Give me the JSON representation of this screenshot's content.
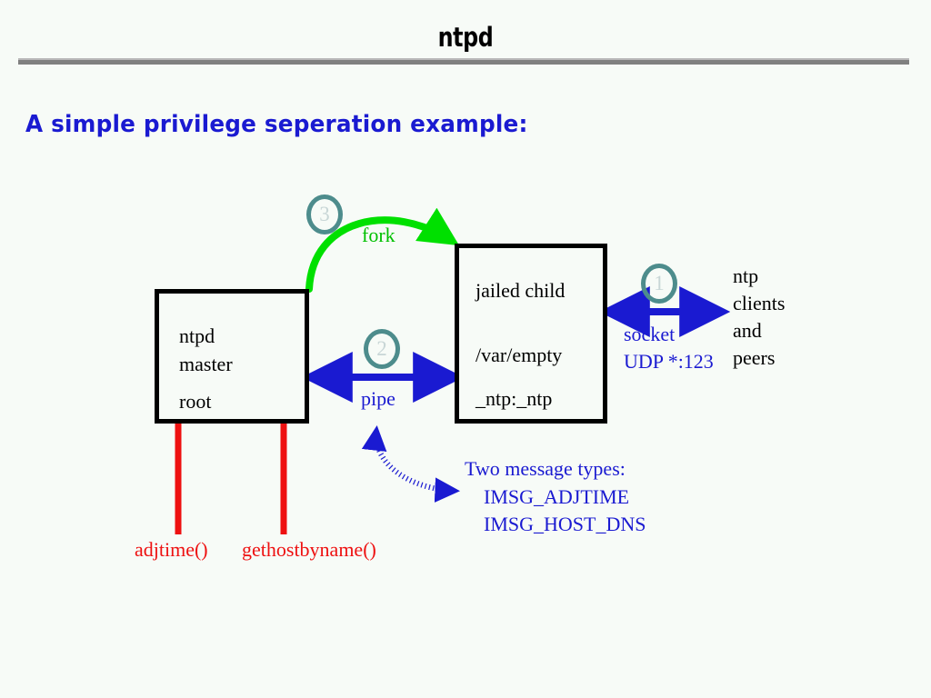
{
  "slide": {
    "title": "ntpd",
    "subtitle": "A simple privilege seperation example:"
  },
  "colors": {
    "background": "#f7fbf7",
    "title_rule": "#808080",
    "blue": "#1a1ad1",
    "red": "#ee1111",
    "green": "#00e000",
    "badge_ring": "#4d8c8c",
    "badge_digit": "#c8d6d6",
    "box_border": "#000000"
  },
  "boxes": {
    "master": {
      "name": "ntpd master process",
      "lines": [
        "ntpd",
        "master",
        "root"
      ]
    },
    "child": {
      "name": "jailed child process",
      "lines": [
        "jailed child",
        "/var/empty",
        "_ntp:_ntp"
      ]
    }
  },
  "badges": {
    "one": "1",
    "two": "2",
    "three": "3"
  },
  "connections": {
    "socket": {
      "label_line1": "socket",
      "label_line2": "UDP *:123",
      "kind": "double-arrow",
      "color": "#1a1ad1"
    },
    "pipe": {
      "label": "pipe",
      "kind": "double-arrow",
      "color": "#1a1ad1"
    },
    "fork": {
      "label": "fork",
      "kind": "curved-arrow",
      "color": "#00e000"
    },
    "messages": {
      "kind": "dotted-curved-double-arrow",
      "color": "#1a1ad1"
    }
  },
  "peers": {
    "lines": [
      "ntp",
      "clients",
      "and",
      "peers"
    ]
  },
  "messages": {
    "heading": "Two message types:",
    "types": [
      "IMSG_ADJTIME",
      "IMSG_HOST_DNS"
    ]
  },
  "syscalls": {
    "left": "adjtime()",
    "right": "gethostbyname()"
  }
}
